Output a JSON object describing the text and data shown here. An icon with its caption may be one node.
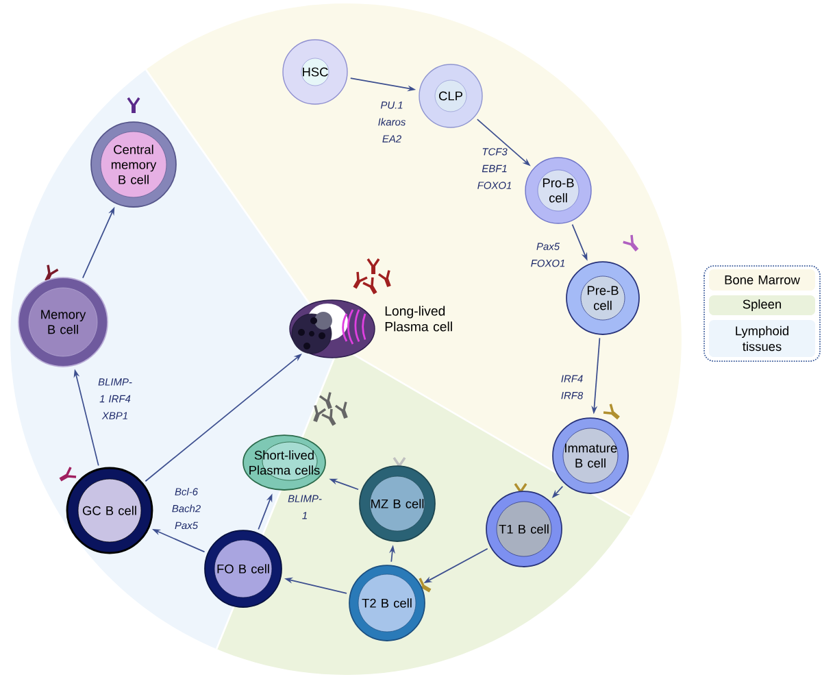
{
  "diagram": {
    "nodes": [
      {
        "text": [
          "HSC"
        ]
      },
      {
        "text": [
          "CLP"
        ]
      },
      {
        "text": [
          "Pro-B cell"
        ]
      },
      {
        "text": [
          "Pre-B cell"
        ]
      },
      {
        "text": [
          "Immature B cell"
        ]
      },
      {
        "text": [
          "T1 B cell"
        ]
      },
      {
        "text": [
          "T2 B cell"
        ]
      },
      {
        "text": [
          "MZ B cell"
        ]
      },
      {
        "text": [
          "Short-lived Plasma cells"
        ]
      },
      {
        "text": [
          "FO B cell"
        ]
      },
      {
        "text": [
          "GC B cell"
        ]
      },
      {
        "text": [
          "Memory B cell"
        ]
      },
      {
        "text": [
          "Central memory B cell"
        ]
      },
      {
        "text": [],
        "shape": "picture",
        "beside": [
          "Long-lived Plasma cell"
        ]
      }
    ],
    "edges": [
      {
        "from": 0,
        "to": 1,
        "arrow": "to",
        "label": "PU.1 Ikaros EA2"
      },
      {
        "from": 1,
        "to": 2,
        "arrow": "to",
        "label": "TCF3 EBF1 FOXO1"
      },
      {
        "from": 2,
        "to": 3,
        "arrow": "to",
        "label": "Pax5 FOXO1"
      },
      {
        "from": 3,
        "to": 4,
        "arrow": "to",
        "label": "IRF4 IRF8"
      },
      {
        "from": 4,
        "to": 5,
        "arrow": "to"
      },
      {
        "from": 5,
        "to": 6,
        "arrow": "to"
      },
      {
        "from": 6,
        "to": 9,
        "arrow": "to"
      },
      {
        "from": 6,
        "to": 7,
        "arrow": "to"
      },
      {
        "from": 7,
        "to": 8,
        "arrow": "to"
      },
      {
        "from": 9,
        "to": 8,
        "arrow": "to",
        "label": "BLIMP-1"
      },
      {
        "from": 9,
        "to": 10,
        "arrow": "to",
        "label": "Bcl-6 Bach2 Pax5"
      },
      {
        "from": 10,
        "to": 11,
        "arrow": "to",
        "label": "BLIMP-1 IRF4 XBP1"
      },
      {
        "from": 10,
        "to": 13,
        "arrow": "to"
      },
      {
        "from": 11,
        "to": 12,
        "arrow": "to"
      }
    ],
    "legend": [
      {
        "text": "Bone Marrow",
        "color": "#fbf8e8"
      },
      {
        "text": "Spleen",
        "color": "#eaf2dc"
      },
      {
        "text": "Lymphoid tissues",
        "color": "#edf5fc"
      }
    ]
  }
}
